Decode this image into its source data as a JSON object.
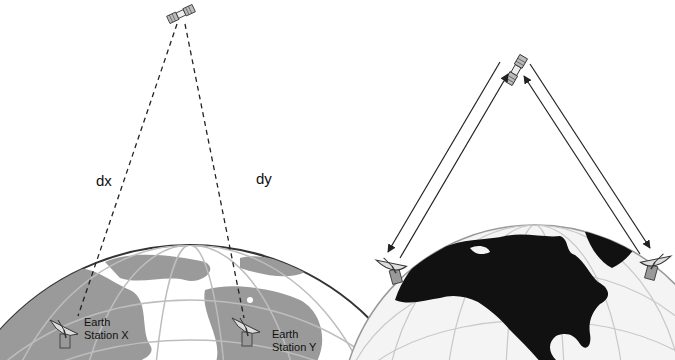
{
  "diagram": {
    "labels": [
      "dx",
      "dy",
      "Earth Station X",
      "Earth Station Y"
    ]
  }
}
